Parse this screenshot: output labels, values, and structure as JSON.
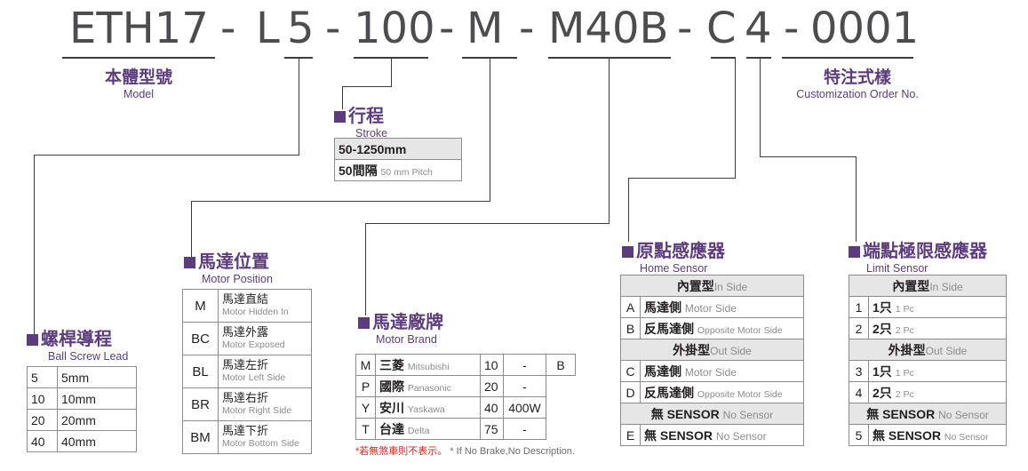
{
  "code": {
    "model": "ETH17",
    "dash": "-",
    "position_code": "L",
    "lead_code": "5",
    "stroke_code": "100",
    "brand_code": "M",
    "motor_code": "M40B",
    "sensor_code": "C",
    "limit_code": "4",
    "custom_code": "0001"
  },
  "model_label": {
    "zh": "本體型號",
    "en": "Model"
  },
  "custom_label": {
    "zh": "特注式樣",
    "en": "Customization Order No."
  },
  "stroke": {
    "zh": "行程",
    "en": "Stroke",
    "range": "50-1250mm",
    "pitch_zh": "50間隔",
    "pitch_en": "50 mm Pitch"
  },
  "lead": {
    "zh": "螺桿導程",
    "en": "Ball Screw Lead",
    "rows": [
      {
        "code": "5",
        "value": "5mm"
      },
      {
        "code": "10",
        "value": "10mm"
      },
      {
        "code": "20",
        "value": "20mm"
      },
      {
        "code": "40",
        "value": "40mm"
      }
    ]
  },
  "position": {
    "zh": "馬達位置",
    "en": "Motor Position",
    "rows": [
      {
        "code": "M",
        "zh": "馬達直結",
        "en": "Motor Hidden In"
      },
      {
        "code": "BC",
        "zh": "馬達外露",
        "en": "Motor Exposed"
      },
      {
        "code": "BL",
        "zh": "馬達左折",
        "en": "Motor Left Side"
      },
      {
        "code": "BR",
        "zh": "馬達右折",
        "en": "Motor Right Side"
      },
      {
        "code": "BM",
        "zh": "馬達下折",
        "en": "Motor Bottom Side"
      }
    ]
  },
  "brand": {
    "zh": "馬達廠牌",
    "en": "Motor Brand",
    "rows": [
      {
        "code": "M",
        "zh": "三菱",
        "en": "Mitsubishi",
        "size": "10",
        "power": "-"
      },
      {
        "code": "P",
        "zh": "國際",
        "en": "Panasonic",
        "size": "20",
        "power": "-"
      },
      {
        "code": "Y",
        "zh": "安川",
        "en": "Yaskawa",
        "size": "40",
        "power": "400W"
      },
      {
        "code": "T",
        "zh": "台達",
        "en": "Delta",
        "size": "75",
        "power": "-"
      }
    ],
    "brake": "B",
    "note_red": "*若無煞車則不表示。",
    "note_en": "* If No Brake,No Description."
  },
  "home": {
    "zh": "原點感應器",
    "en": "Home Sensor",
    "inside_zh": "內置型",
    "inside_en": "In Side",
    "outside_zh": "外掛型",
    "outside_en": "Out Side",
    "rows_in": [
      {
        "code": "A",
        "zh": "馬達側",
        "en": "Motor Side"
      },
      {
        "code": "B",
        "zh": "反馬達側",
        "en": "Opposite Motor Side"
      }
    ],
    "rows_out": [
      {
        "code": "C",
        "zh": "馬達側",
        "en": "Motor Side"
      },
      {
        "code": "D",
        "zh": "反馬達側",
        "en": "Opposite Motor Side"
      }
    ],
    "nosensor_zh": "無 SENSOR",
    "nosensor_en": "No Sensor",
    "e_code": "E",
    "e_zh": "無 SENSOR",
    "e_en": "No Sensor"
  },
  "limit": {
    "zh": "端點極限感應器",
    "en": "Limit Sensor",
    "inside_zh": "內置型",
    "inside_en": "In Side",
    "outside_zh": "外掛型",
    "outside_en": "Out Side",
    "rows_in": [
      {
        "code": "1",
        "zh": "1只",
        "en": "1 Pc"
      },
      {
        "code": "2",
        "zh": "2只",
        "en": "2 Pc"
      }
    ],
    "rows_out": [
      {
        "code": "3",
        "zh": "1只",
        "en": "1 Pc"
      },
      {
        "code": "4",
        "zh": "2只",
        "en": "2 Pc"
      }
    ],
    "nosensor_zh": "無 SENSOR",
    "nosensor_en": "No Sensor",
    "five_code": "5",
    "five_zh": "無 SENSOR",
    "five_en": "No Sensor"
  }
}
